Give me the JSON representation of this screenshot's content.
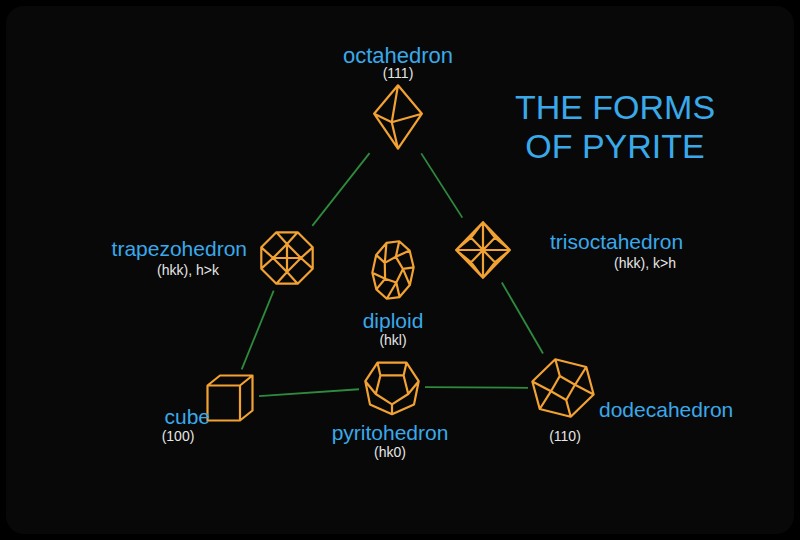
{
  "diagram": {
    "title": "THE FORMS OF PYRITE",
    "nodes": [
      {
        "text": [
          "octahedron",
          "(111)"
        ]
      },
      {
        "text": [
          "trapezohedron",
          "(hkk), h>k"
        ]
      },
      {
        "text": [
          "diploid",
          "(hkl)"
        ]
      },
      {
        "text": [
          "trisoctahedron",
          "(hkk), k>h"
        ]
      },
      {
        "text": [
          "cube",
          "(100)"
        ]
      },
      {
        "text": [
          "pyritohedron",
          "(hk0)"
        ]
      },
      {
        "text": [
          "dodecahedron",
          "(110)"
        ]
      }
    ],
    "edges": [
      {
        "from": 0,
        "to": 1,
        "arrow": "none"
      },
      {
        "from": 1,
        "to": 4,
        "arrow": "none"
      },
      {
        "from": 0,
        "to": 3,
        "arrow": "none"
      },
      {
        "from": 3,
        "to": 6,
        "arrow": "none"
      },
      {
        "from": 4,
        "to": 5,
        "arrow": "none"
      },
      {
        "from": 5,
        "to": 6,
        "arrow": "none"
      }
    ]
  }
}
